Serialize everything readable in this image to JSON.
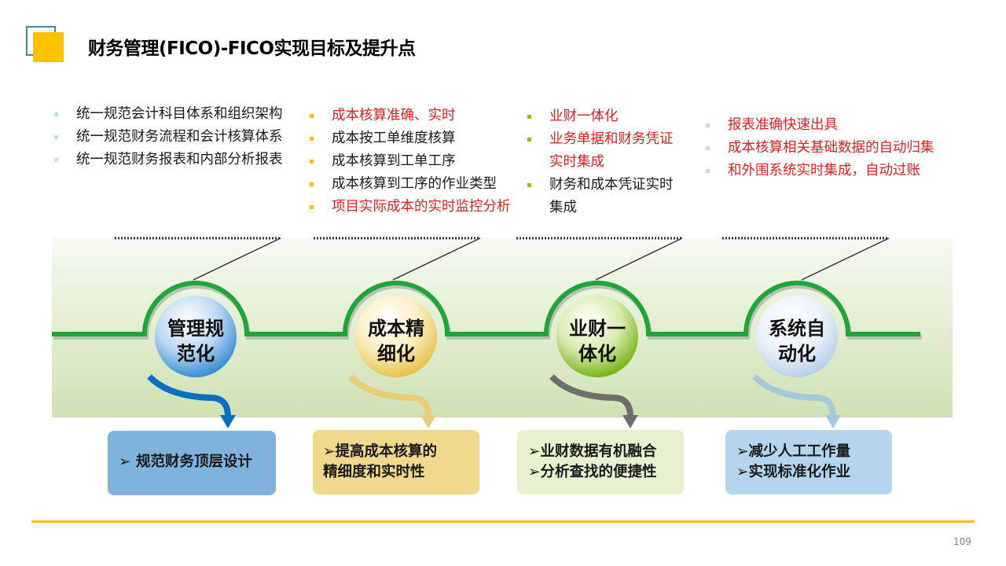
{
  "title": "财务管理(FICO)-FICO实现目标及提升点",
  "page_number": "109",
  "columns": [
    {
      "items": [
        {
          "text": "统一规范会计科目体系和组织架构",
          "color": "#1a1a1a"
        },
        {
          "text": "统一规范财务流程和会计核算体系",
          "color": "#1a1a1a"
        },
        {
          "text": "统一规范财务报表和内部分析报表",
          "color": "#1a1a1a"
        }
      ]
    },
    {
      "items": [
        {
          "text": "成本核算准确、实时",
          "color": "#e02020"
        },
        {
          "text": "成本按工单维度核算",
          "color": "#1a1a1a"
        },
        {
          "text": "成本核算到工单工序",
          "color": "#1a1a1a"
        },
        {
          "text": "成本核算到工序的作业类型",
          "color": "#1a1a1a"
        },
        {
          "text": "项目实际成本的实时监控分析",
          "color": "#e02020"
        }
      ]
    },
    {
      "items": [
        {
          "lines": [
            "业财一体化"
          ],
          "color": "#e02020"
        },
        {
          "lines": [
            "业务单据和财务凭证",
            "实时集成"
          ],
          "color": "#e02020"
        },
        {
          "lines": [
            "财务和成本凭证实时",
            "集成"
          ],
          "color": "#1a1a1a"
        }
      ]
    },
    {
      "items": [
        {
          "text": "报表准确快速出具",
          "color": "#e02020"
        },
        {
          "text": "成本核算相关基础数据的自动归集",
          "color": "#e02020"
        },
        {
          "text": "和外围系统实时集成，自动过账",
          "color": "#e02020"
        }
      ]
    }
  ],
  "stages": [
    {
      "line1": "管理规",
      "line2": "范化",
      "circle_color": "#3c8fd6",
      "arrow_color": "#0a6fbf"
    },
    {
      "line1": "成本精",
      "line2": "细化",
      "circle_color": "#f0cf6a",
      "arrow_color": "#e6c85a"
    },
    {
      "line1": "业财一",
      "line2": "体化",
      "circle_color": "#8fc31f",
      "arrow_color": "#6e6e6e"
    },
    {
      "line1": "系统自",
      "line2": "动化",
      "circle_color": "#c8dcef",
      "arrow_color": "#9fc3d8"
    }
  ],
  "boxes": [
    {
      "lines": [
        "➢ 规范财务顶层设计"
      ],
      "bg": "#7fb2dc"
    },
    {
      "lines": [
        "➢提高成本核算的",
        "精细度和实时性"
      ],
      "bg": "#f0d98c"
    },
    {
      "lines": [
        "➢业财数据有机融合",
        "➢分析查找的便捷性"
      ],
      "bg": "#e6f2cf"
    },
    {
      "lines": [
        "➢减少人工工作量",
        "➢实现标准化作业"
      ],
      "bg": "#b5d5ef"
    }
  ],
  "colors": {
    "accent": "#ffc000",
    "track": "#1fa53a"
  }
}
